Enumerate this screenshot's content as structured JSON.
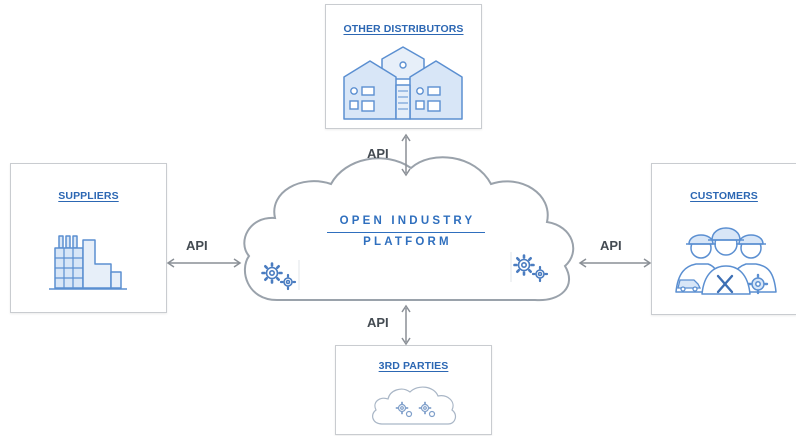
{
  "nodes": {
    "top": {
      "label": "OTHER DISTRIBUTORS",
      "icon": "warehouse-buildings-icon"
    },
    "left": {
      "label": "SUPPLIERS",
      "icon": "factory-icon"
    },
    "right": {
      "label": "CUSTOMERS",
      "icon": "workers-icon"
    },
    "bottom": {
      "label": "3RD PARTIES",
      "icon": "cloud-gears-icon"
    }
  },
  "center": {
    "line1": "OPEN INDUSTRY",
    "line2": "PLATFORM",
    "icons": [
      "gears-icon",
      "gears-icon"
    ]
  },
  "connectors": {
    "top": "API",
    "left": "API",
    "right": "API",
    "bottom": "API"
  },
  "colors": {
    "accent": "#2f6fbe",
    "icon_stroke": "#5b8fd1",
    "icon_fill": "#d8e6f7",
    "box_border": "#c9ccd0",
    "arrow": "#8a8f96",
    "api_text": "#444b52"
  }
}
